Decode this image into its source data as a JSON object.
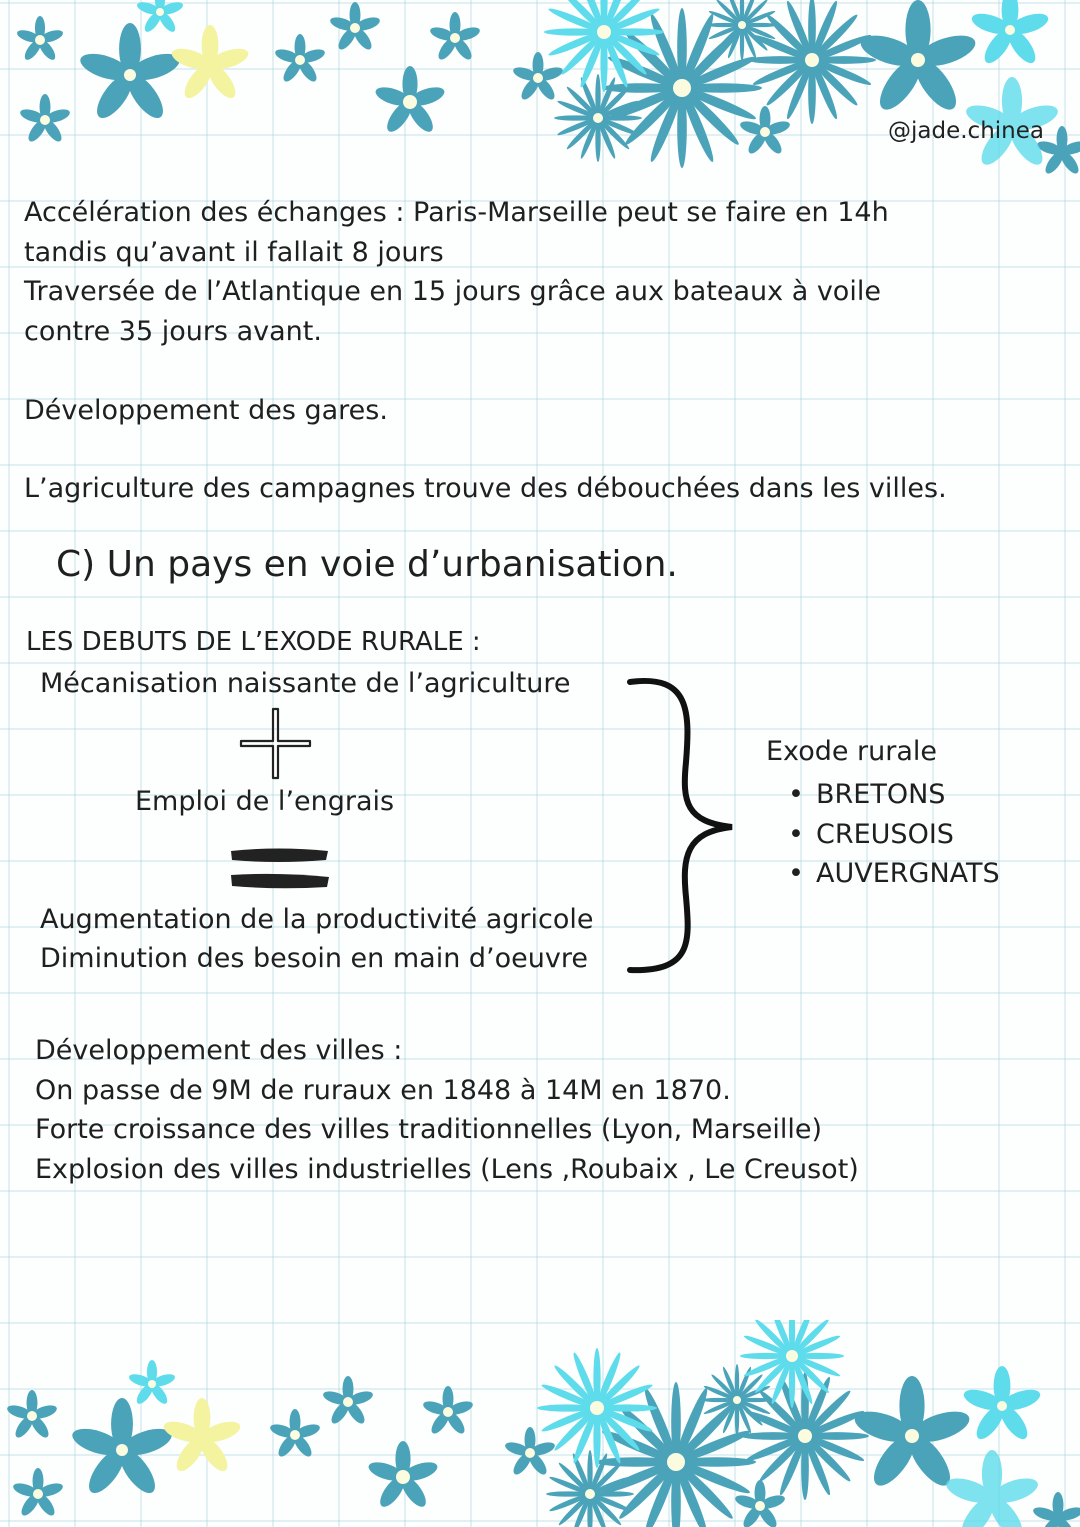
{
  "header": {
    "handle": "@jade.chinea"
  },
  "intro": {
    "lines": [
      "Accélération des échanges : Paris-Marseille peut se faire en 14h",
      "tandis qu’avant il fallait 8 jours",
      "Traversée de l’Atlantique en 15 jours grâce aux bateaux à voile",
      "contre 35 jours avant."
    ]
  },
  "gares": "Développement des gares.",
  "agriculture": "L’agriculture des campagnes trouve des débouchées dans les villes.",
  "section_c": {
    "heading": "C) Un pays en voie d’urbanisation.",
    "subheading": "LES DEBUTS DE L’EXODE RURALE :",
    "diagram": {
      "mecanisation": "Mécanisation naissante de l’agriculture",
      "engrais": "Emploi de l’engrais",
      "result_lines": [
        "Augmentation de la productivité agricole",
        "Diminution des besoin en main d’oeuvre"
      ]
    },
    "exode": {
      "title": "Exode rurale",
      "items": [
        "BRETONS",
        "CREUSOIS",
        "AUVERGNATS"
      ]
    }
  },
  "villes": {
    "lines": [
      "Développement des villes :",
      "On passe de 9M de ruraux en 1848 à 14M en 1870.",
      "Forte croissance des villes traditionnelles (Lyon, Marseille)",
      "Explosion des villes industrielles (Lens ,Roubaix , Le Creusot)"
    ]
  },
  "colors": {
    "flower_teal": "#4aa3b8",
    "flower_cyan": "#5fdcec",
    "flower_yellow": "#f3f3a0",
    "grid": "#a8d8e0"
  }
}
